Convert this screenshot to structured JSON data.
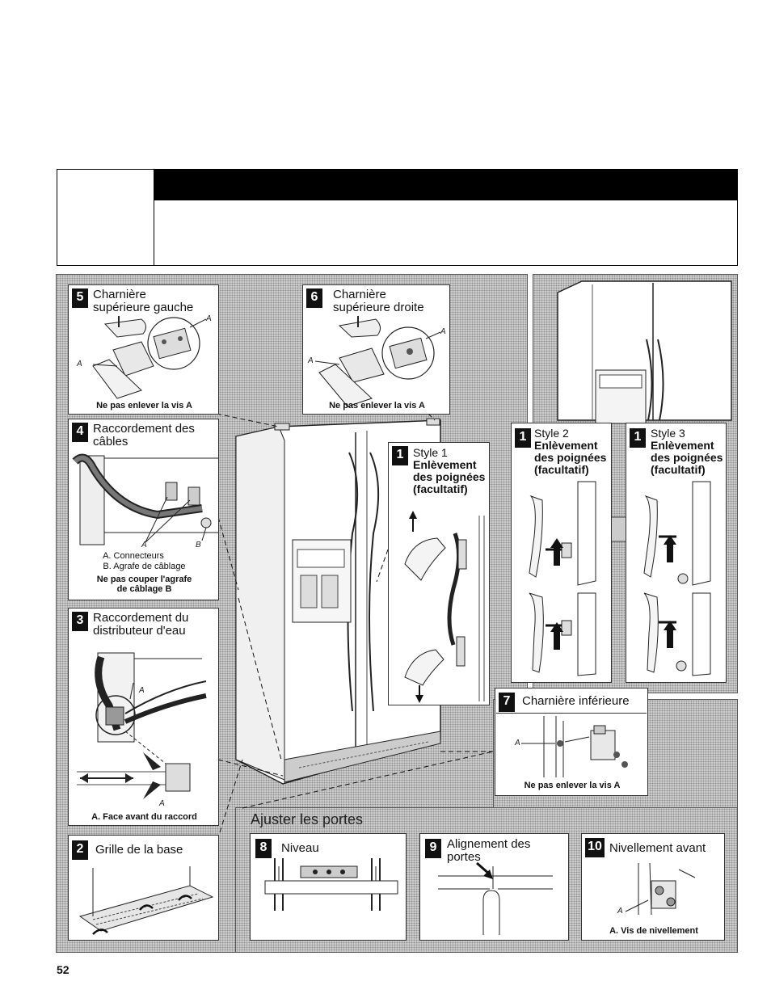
{
  "page_number": "52",
  "panels": {
    "p5": {
      "num": "5",
      "title1": "Charnière",
      "title2": "supérieure gauche",
      "label_a1": "A",
      "label_a2": "A",
      "caption": "Ne pas enlever la vis A"
    },
    "p6": {
      "num": "6",
      "title1": "Charnière",
      "title2": "supérieure droite",
      "label_a1": "A",
      "label_a2": "A",
      "caption": "Ne pas enlever la vis A"
    },
    "p4": {
      "num": "4",
      "title1": "Raccordement des",
      "title2": "câbles",
      "label_a": "A",
      "label_b": "B",
      "cap1": "A. Connecteurs",
      "cap2": "B. Agrafe de câblage",
      "cap3": "Ne pas couper l'agrafe",
      "cap4": "de câblage B"
    },
    "p3": {
      "num": "3",
      "title1": "Raccordement du",
      "title2": "distributeur d'eau",
      "label_a1": "A",
      "label_a2": "A",
      "caption": "A. Face avant du raccord"
    },
    "p2": {
      "num": "2",
      "title": "Grille de la base"
    },
    "p1a": {
      "num": "1",
      "line1": "Style 1",
      "line2": "Enlèvement",
      "line3": "des poignées",
      "line4": "(facultatif)"
    },
    "p1b": {
      "num": "1",
      "line1": "Style 2",
      "line2": "Enlèvement",
      "line3": "des poignées",
      "line4": "(facultatif)"
    },
    "p1c": {
      "num": "1",
      "line1": "Style 3",
      "line2": "Enlèvement",
      "line3": "des poignées",
      "line4": "(facultatif)"
    },
    "p7": {
      "num": "7",
      "title": "Charnière inférieure",
      "label_a": "A",
      "caption": "Ne pas enlever la vis A"
    },
    "ajuster": {
      "title": "Ajuster les portes"
    },
    "p8": {
      "num": "8",
      "title": "Niveau"
    },
    "p9": {
      "num": "9",
      "title1": "Alignement des",
      "title2": "portes"
    },
    "p10": {
      "num": "10",
      "title": "Nivellement avant",
      "label_a": "A",
      "caption": "A. Vis de nivellement"
    }
  }
}
